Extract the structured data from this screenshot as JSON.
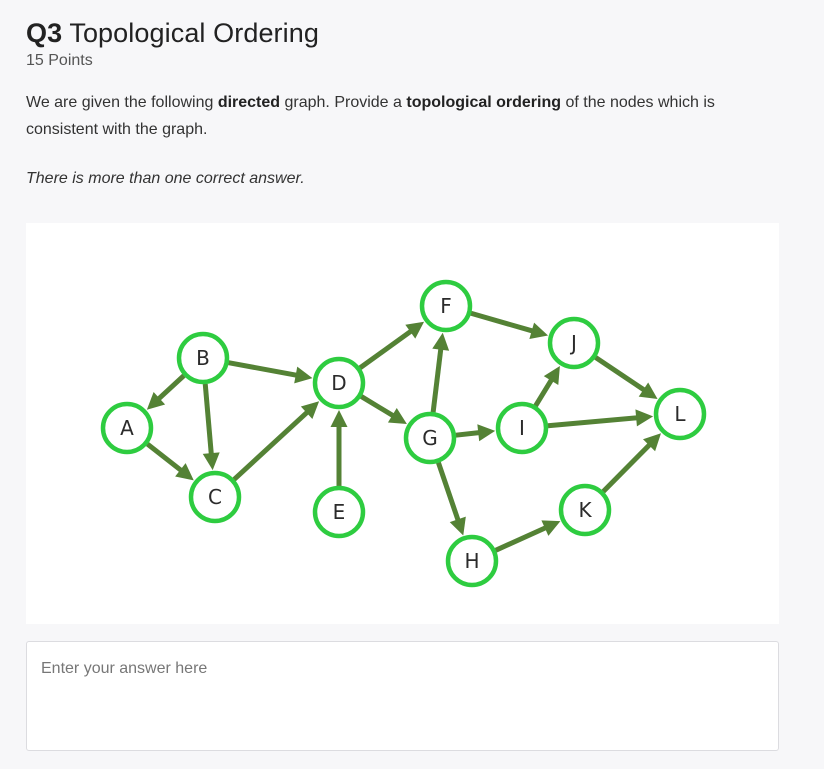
{
  "question": {
    "number": "Q3",
    "title": "Topological Ordering",
    "points": "15 Points",
    "prompt": {
      "part1": "We are given the following ",
      "bold1": "directed",
      "part2": " graph.  Provide a ",
      "bold2": "topological ordering",
      "part3": " of the nodes which is consistent with the graph."
    },
    "note": "There is more than one correct answer."
  },
  "graph": {
    "node_color": "#2ecc40",
    "edge_color": "#548235",
    "nodes": [
      "A",
      "B",
      "C",
      "D",
      "E",
      "F",
      "G",
      "H",
      "I",
      "J",
      "K",
      "L"
    ],
    "edges": [
      [
        "B",
        "A"
      ],
      [
        "B",
        "C"
      ],
      [
        "B",
        "D"
      ],
      [
        "A",
        "C"
      ],
      [
        "C",
        "D"
      ],
      [
        "E",
        "D"
      ],
      [
        "D",
        "F"
      ],
      [
        "D",
        "G"
      ],
      [
        "G",
        "F"
      ],
      [
        "G",
        "I"
      ],
      [
        "G",
        "H"
      ],
      [
        "F",
        "J"
      ],
      [
        "I",
        "J"
      ],
      [
        "I",
        "L"
      ],
      [
        "J",
        "L"
      ],
      [
        "H",
        "K"
      ],
      [
        "K",
        "L"
      ]
    ]
  },
  "answer": {
    "placeholder": "Enter your answer here",
    "value": ""
  }
}
